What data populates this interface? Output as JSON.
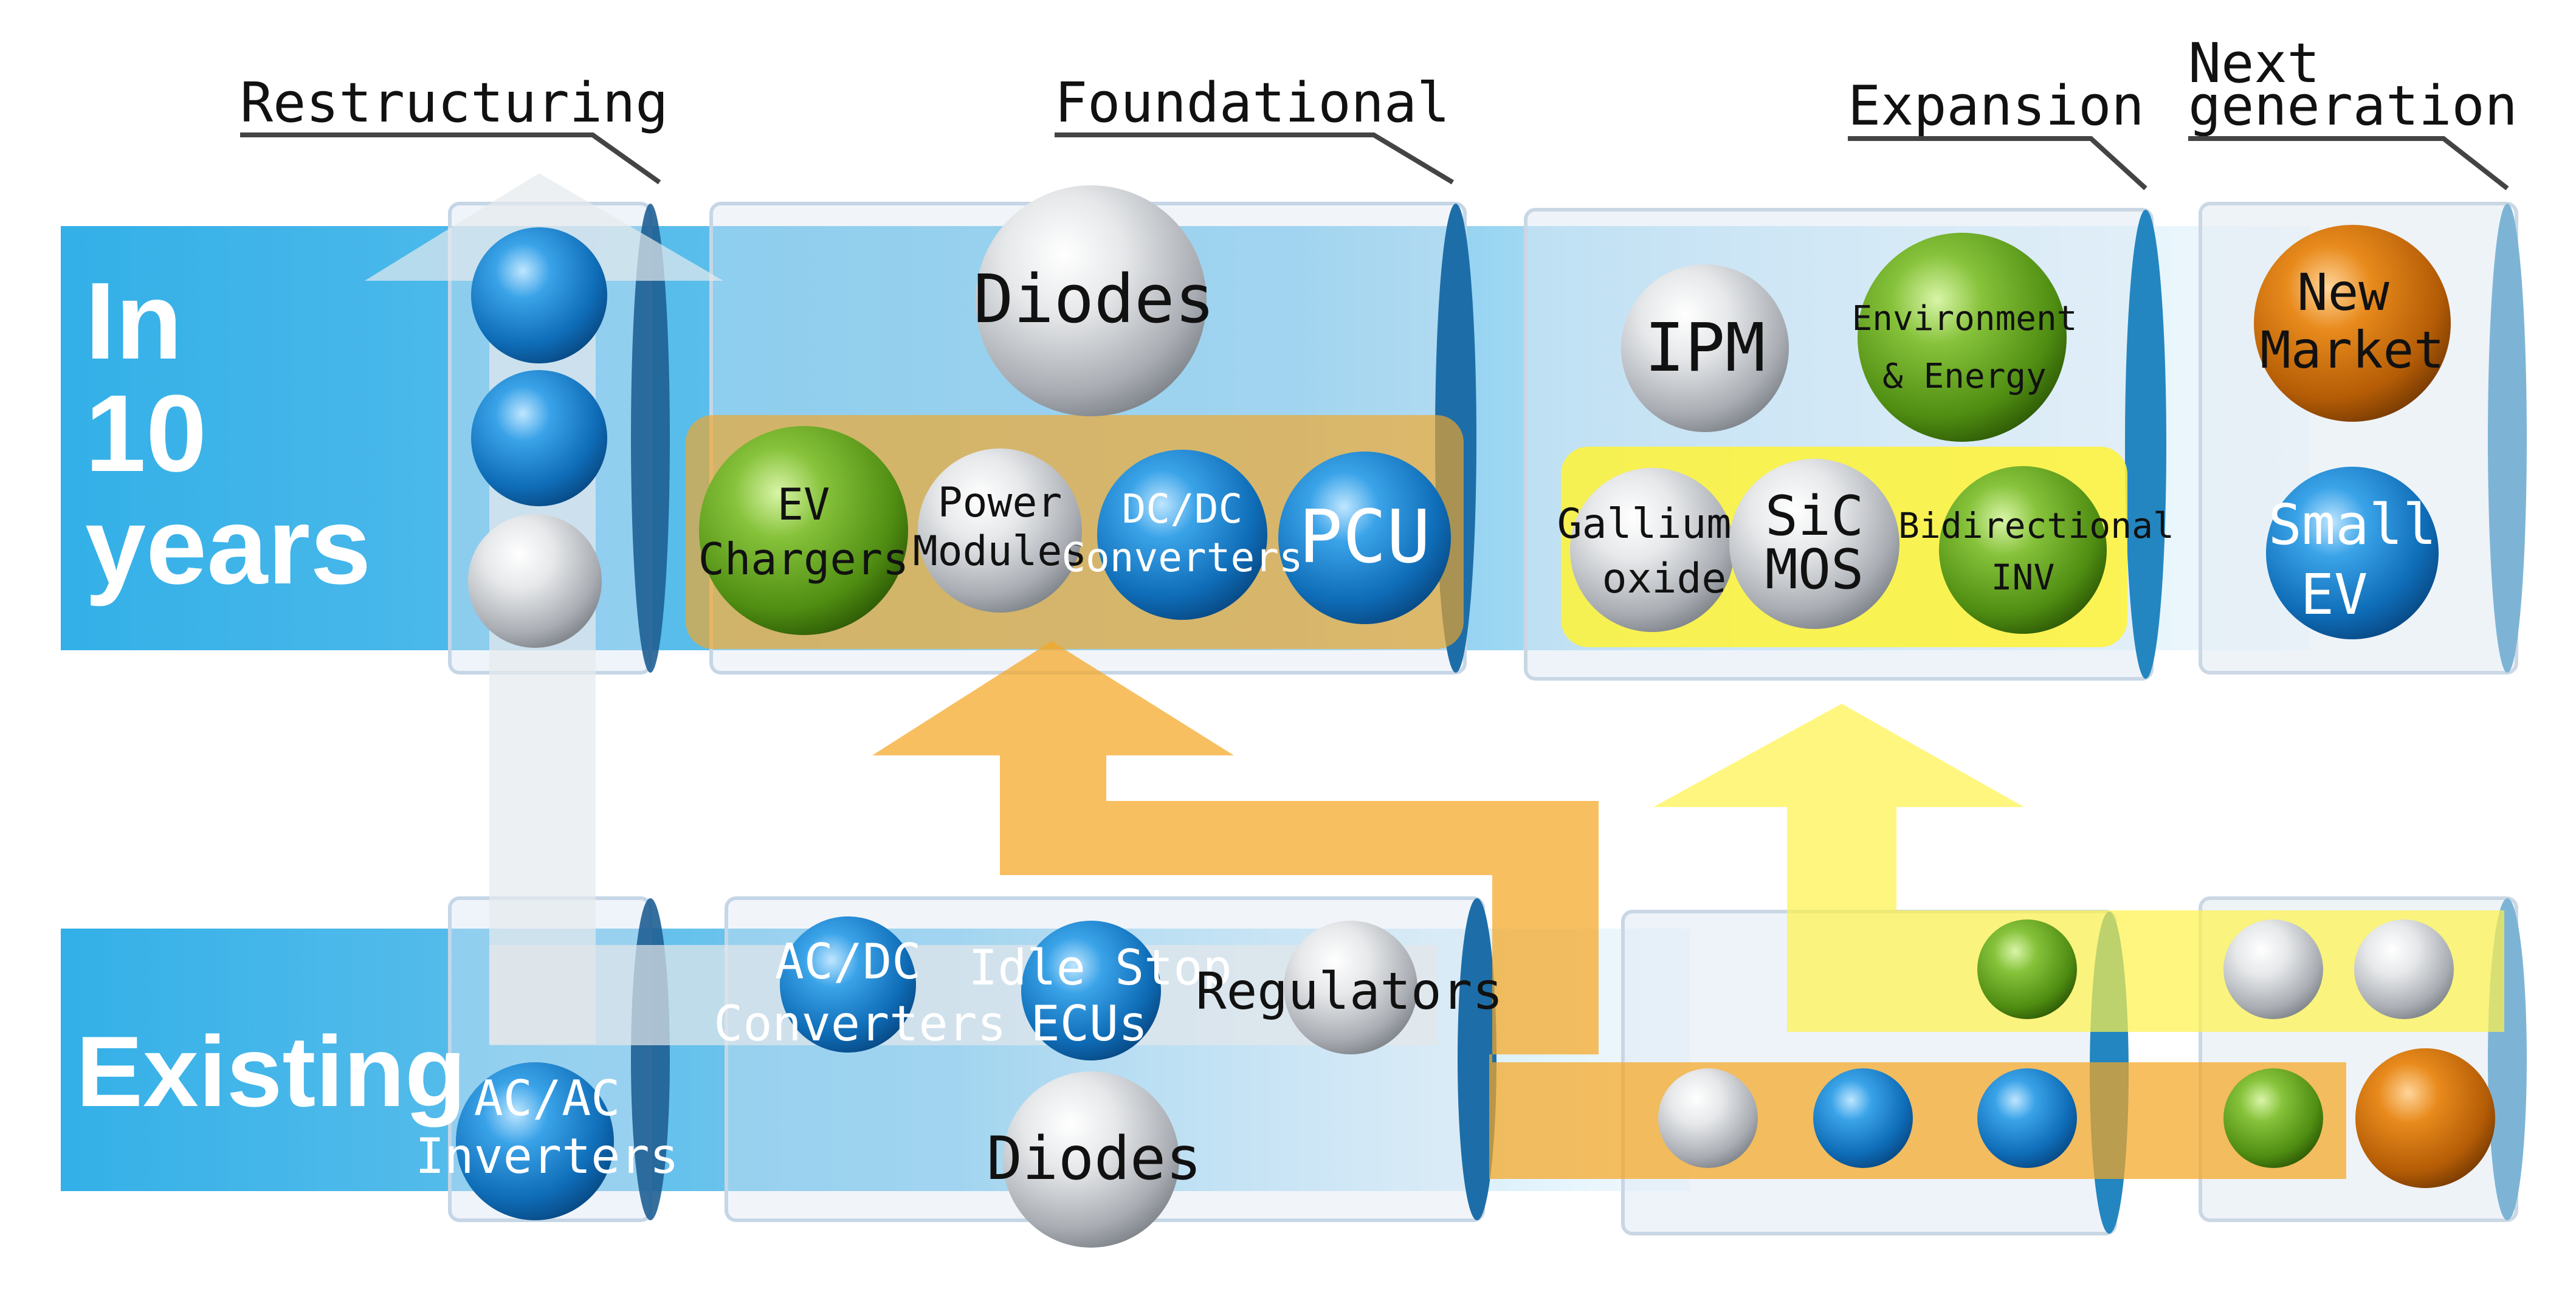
{
  "rows": {
    "top_label": [
      "In",
      "10",
      "years"
    ],
    "bottom_label": "Existing"
  },
  "categories": {
    "restructuring": "Restructuring",
    "foundational": "Foundational",
    "expansion": "Expansion",
    "next_generation": [
      "Next",
      "generation"
    ]
  },
  "items": {
    "top_diodes": "Diodes",
    "ev_chargers": [
      "EV",
      "Chargers"
    ],
    "power_modules": [
      "Power",
      "Modules"
    ],
    "dcdc_converters": [
      "DC/DC",
      "Converters"
    ],
    "pcu": "PCU",
    "ipm": "IPM",
    "environment_energy": [
      "Environment",
      "& Energy"
    ],
    "gallium_oxide": [
      "Gallium",
      "oxide"
    ],
    "sic_mos": [
      "SiC",
      "MOS"
    ],
    "bidirectional_inv": [
      "Bidirectional",
      "INV"
    ],
    "new_market": [
      "New",
      "Market"
    ],
    "small_ev": [
      "Small",
      "EV"
    ],
    "acdc_converters": [
      "AC/DC",
      "Converters"
    ],
    "idle_stop_ecus": [
      "Idle Stop",
      "ECUs"
    ],
    "regulators": "Regulators",
    "bottom_diodes": "Diodes",
    "acac_inverters": [
      "AC/AC",
      "Inverters"
    ]
  },
  "colors": {
    "blue": "#1a7fcf",
    "green": "#6aa51e",
    "silver": "#cfd2d6",
    "orange": "#d9790b",
    "band": "#2aa8e2",
    "orange_flow": "#f5a623",
    "yellow_flow": "#fff04a"
  }
}
